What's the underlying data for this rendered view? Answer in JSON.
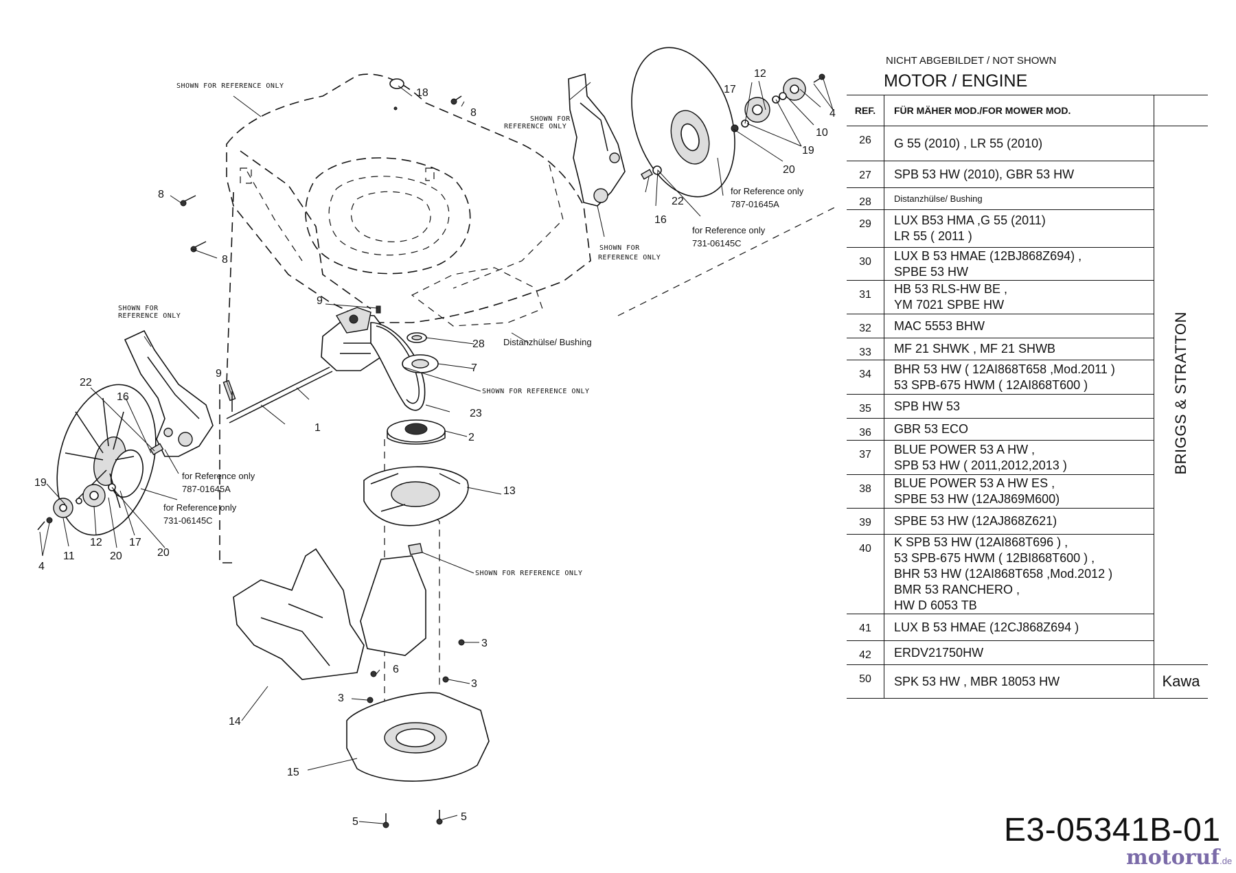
{
  "diagram": {
    "callouts": {
      "c1": "1",
      "c2": "2",
      "c3a": "3",
      "c3b": "3",
      "c3c": "3",
      "c4a": "4",
      "c4b": "4",
      "c5a": "5",
      "c5b": "5",
      "c6": "6",
      "c7": "7",
      "c8a": "8",
      "c8b": "8",
      "c8c": "8",
      "c9a": "9",
      "c9b": "9",
      "c10": "10",
      "c11": "11",
      "c12a": "12",
      "c12b": "12",
      "c13": "13",
      "c14": "14",
      "c15": "15",
      "c16a": "16",
      "c16b": "16",
      "c17a": "17",
      "c17b": "17",
      "c18": "18",
      "c19a": "19",
      "c19b": "19",
      "c20a": "20",
      "c20b": "20",
      "c20c": "20",
      "c22a": "22",
      "c22b": "22",
      "c23": "23",
      "c28": "28"
    },
    "notes": {
      "shown_ref_top": "SHOWN FOR REFERENCE ONLY",
      "shown_ref_bracket_1": "SHOWN FOR",
      "shown_ref_bracket_2": "REFERENCE ONLY",
      "shown_ref_left_1": "SHOWN FOR",
      "shown_ref_left_2": "REFERENCE ONLY",
      "shown_ref_right_1": "SHOWN FOR",
      "shown_ref_right_2": "REFERENCE ONLY",
      "shown_ref_pulley": "SHOWN FOR REFERENCE ONLY",
      "shown_ref_clip": "SHOWN FOR REFERENCE ONLY",
      "bushing_note": "Distanzhülse/ Bushing",
      "ref_only_1_r": "for Reference only",
      "ref_part_1_r": "787-01645A",
      "ref_only_2_r": "for Reference only",
      "ref_part_2_r": "731-06145C",
      "ref_only_1_l": "for Reference only",
      "ref_part_1_l": "787-01645A",
      "ref_only_2_l": "for Reference only",
      "ref_part_2_l": "731-06145C"
    }
  },
  "header": {
    "not_shown": "NICHT ABGEBILDET / NOT SHOWN",
    "title": "MOTOR /  ENGINE"
  },
  "table": {
    "col_ref": "REF.",
    "col_model": "FÜR MÄHER MOD./FOR MOWER MOD.",
    "brand_vertical": "BRIGGS & STRATTON",
    "rows": [
      {
        "ref": "26",
        "lines": [
          "G 55 (2010) ,  LR 55 (2010)"
        ]
      },
      {
        "ref": "27",
        "lines": [
          "SPB 53 HW (2010), GBR 53 HW"
        ]
      },
      {
        "ref": "28",
        "lines": [
          "Distanzhülse/ Bushing"
        ]
      },
      {
        "ref": "29",
        "lines": [
          "LUX B53 HMA ,G 55 (2011)",
          "LR 55 ( 2011 )"
        ]
      },
      {
        "ref": "30",
        "lines": [
          "LUX B 53 HMAE (12BJ868Z694) ,",
          "SPBE 53 HW"
        ]
      },
      {
        "ref": "31",
        "lines": [
          "HB 53 RLS-HW BE ,",
          "YM 7021 SPBE HW"
        ]
      },
      {
        "ref": "32",
        "lines": [
          "MAC 5553 BHW"
        ]
      },
      {
        "ref": "33",
        "lines": [
          "MF 21 SHWK ,  MF 21 SHWB"
        ]
      },
      {
        "ref": "34",
        "lines": [
          "BHR 53 HW ( 12AI868T658  ,Mod.2011 )",
          "53 SPB-675 HWM ( 12AI868T600 )"
        ]
      },
      {
        "ref": "35",
        "lines": [
          "SPB HW 53"
        ]
      },
      {
        "ref": "36",
        "lines": [
          "GBR 53 ECO"
        ]
      },
      {
        "ref": "37",
        "lines": [
          "BLUE POWER 53 A HW ,",
          "SPB 53 HW ( 2011,2012,2013 )"
        ]
      },
      {
        "ref": "38",
        "lines": [
          "BLUE POWER 53 A HW ES ,",
          "SPBE 53 HW (12AJ869M600)"
        ]
      },
      {
        "ref": "39",
        "lines": [
          "SPBE 53 HW (12AJ868Z621)"
        ]
      },
      {
        "ref": "40",
        "lines": [
          "K SPB 53 HW (12AI868T696 ) ,",
          "53 SPB-675 HWM ( 12BI868T600 ) ,",
          "BHR 53 HW (12AI868T658  ,Mod.2012 )",
          "BMR 53 RANCHERO ,",
          "HW D 6053 TB"
        ]
      },
      {
        "ref": "41",
        "lines": [
          "LUX B 53 HMAE (12CJ868Z694 )"
        ]
      },
      {
        "ref": "42",
        "lines": [
          "ERDV21750HW"
        ]
      }
    ],
    "last_row": {
      "ref": "50",
      "model": "SPK 53 HW ,  MBR 18053 HW",
      "brand": "Kawa"
    }
  },
  "footer": {
    "drawing_number": "E3-05341B-01",
    "watermark_main": "motoruf",
    "watermark_tld": ".de"
  }
}
